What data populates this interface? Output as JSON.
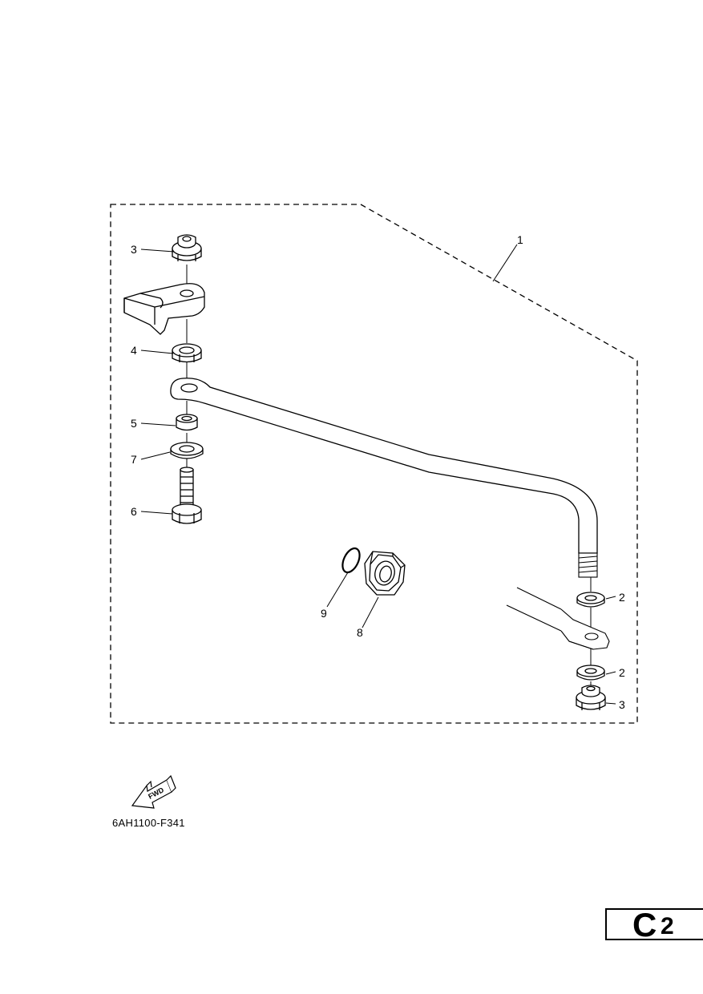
{
  "callouts": {
    "c1": "1",
    "c2a": "2",
    "c2b": "2",
    "c3a": "3",
    "c3b": "3",
    "c4": "4",
    "c5": "5",
    "c6": "6",
    "c7": "7",
    "c8": "8",
    "c9": "9"
  },
  "fwd_label": "FWD",
  "diagram_code": "6AH1100-F341",
  "page_badge": {
    "letter": "C",
    "number": "2"
  },
  "icons": [
    "fwd-arrow-icon"
  ]
}
